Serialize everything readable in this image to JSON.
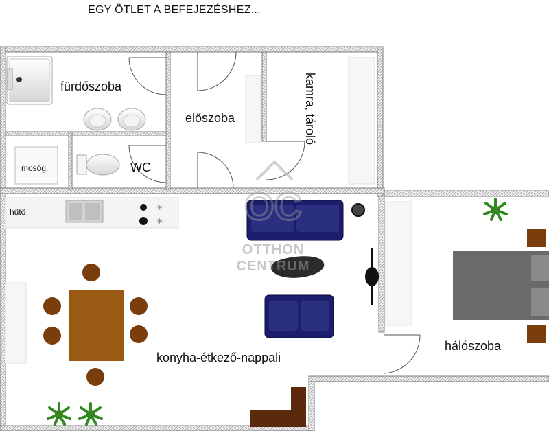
{
  "title": "EGY ÖTLET A BEFEJEZÉSHEZ...",
  "rooms": {
    "bathroom": "fürdőszoba",
    "hall": "előszoba",
    "pantry": "kamra, tároló",
    "washer": "mosóg.",
    "wc": "WC",
    "fridge": "hűtő",
    "living": "konyha-étkező-nappali",
    "bedroom": "hálószoba"
  },
  "watermark": {
    "line1": "OTTHON",
    "line2": "CENTRUM"
  },
  "colors": {
    "wall": "#8a8a8a",
    "wall_fill": "#e9e9e9",
    "table": "#9b5a13",
    "chair": "#7a3d0c",
    "sofa": "#1b1f6b",
    "bed": "#666666",
    "stair": "#5b2a0c",
    "plant": "#2f8a1f"
  }
}
